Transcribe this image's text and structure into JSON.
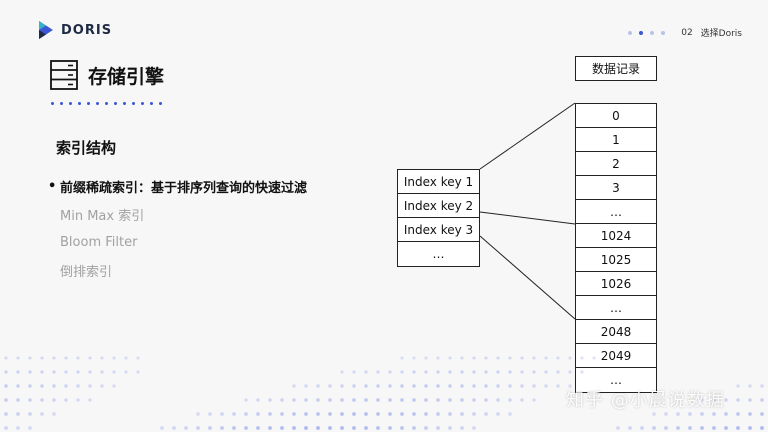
{
  "brand": {
    "name": "DORIS"
  },
  "pager": {
    "page_number": "02",
    "page_label": "选择Doris",
    "dots_total": 4,
    "active_dot": 2
  },
  "section": {
    "title": "存储引擎",
    "icon": "storage-stack-icon"
  },
  "sub_heading": "索引结构",
  "bullets": [
    {
      "text": "前缀稀疏索引：基于排序列查询的快速过滤",
      "active": true
    },
    {
      "text": "Min Max 索引",
      "active": false
    },
    {
      "text": "Bloom Filter",
      "active": false
    },
    {
      "text": "倒排索引",
      "active": false
    }
  ],
  "diagram": {
    "records_label": "数据记录",
    "records": [
      "0",
      "1",
      "2",
      "3",
      "…",
      "1024",
      "1025",
      "1026",
      "…",
      "2048",
      "2049",
      "…"
    ],
    "index_keys": [
      "Index key 1",
      "Index key 2",
      "Index key 3",
      "…"
    ]
  },
  "watermark": "知乎 @小晨说数据",
  "colors": {
    "accent": "#3b57d6",
    "logo_dark": "#1f2a44",
    "logo_teal": "#36b3c9",
    "muted_text": "#a1a1a1"
  }
}
